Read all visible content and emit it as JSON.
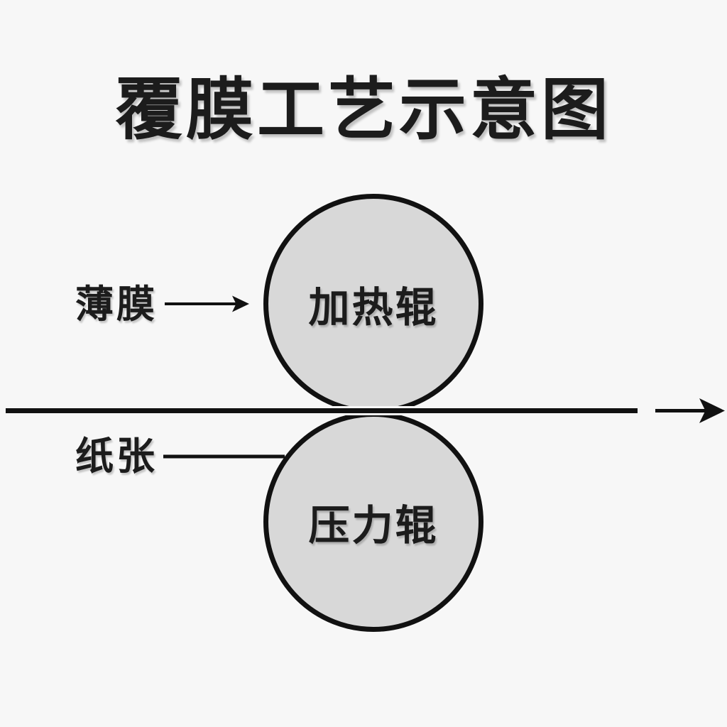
{
  "title": "覆膜工艺示意图",
  "diagram": {
    "film_label": "薄膜",
    "paper_label": "纸张",
    "rollers": {
      "heating": "加热辊",
      "pressure": "压力辊"
    }
  },
  "colors": {
    "background": "#f7f7f7",
    "roller_fill": "#d8d8d8",
    "line_stroke": "#111111",
    "text": "#1c1c1c"
  }
}
